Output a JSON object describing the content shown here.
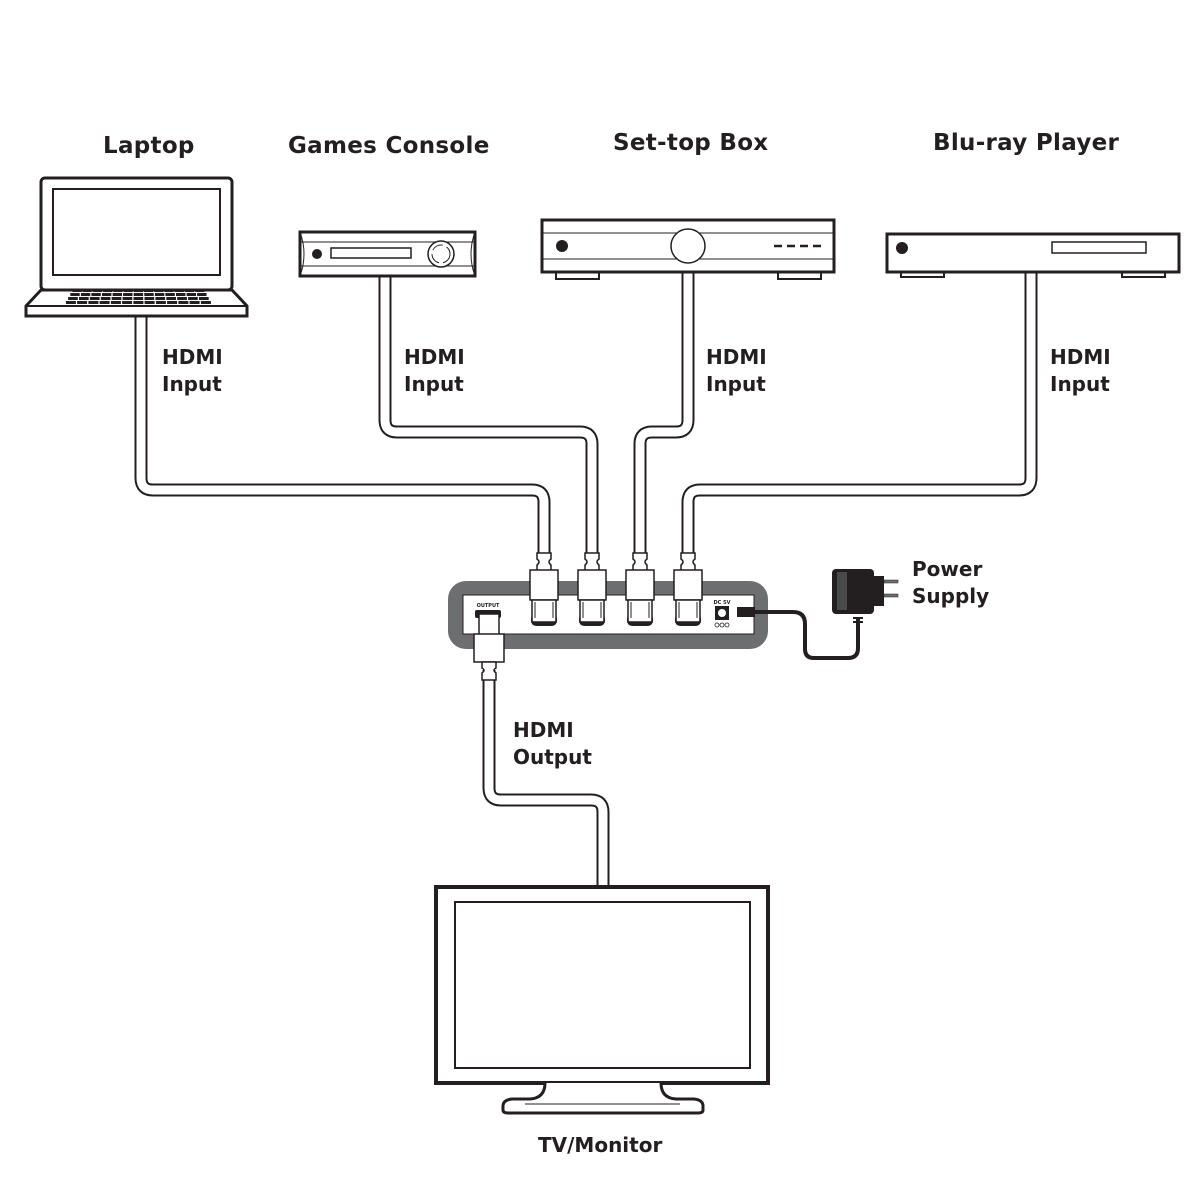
{
  "diagram": {
    "title": "HDMI 4x1 Switcher Connection Diagram",
    "colors": {
      "ink": "#231f20",
      "switch_body": "#6d6e70",
      "cable_fill": "#ffffff"
    },
    "sources": [
      {
        "label": "Laptop",
        "icon": "laptop-icon",
        "cable_label": [
          "HDMI",
          "Input"
        ]
      },
      {
        "label": "Games Console",
        "icon": "games-console-icon",
        "cable_label": [
          "HDMI",
          "Input"
        ]
      },
      {
        "label": "Set-top Box",
        "icon": "set-top-box-icon",
        "cable_label": [
          "HDMI",
          "Input"
        ]
      },
      {
        "label": "Blu-ray Player",
        "icon": "blu-ray-player-icon",
        "cable_label": [
          "HDMI",
          "Input"
        ]
      }
    ],
    "switcher": {
      "output_port_label": "OUTPUT",
      "power_port_label": "DC 5V",
      "input_port_count": 4
    },
    "power": {
      "label": [
        "Power",
        "Supply"
      ],
      "icon": "power-adapter-icon"
    },
    "output": {
      "cable_label": [
        "HDMI",
        "Output"
      ],
      "display_label": "TV/Monitor",
      "icon": "tv-monitor-icon"
    }
  }
}
